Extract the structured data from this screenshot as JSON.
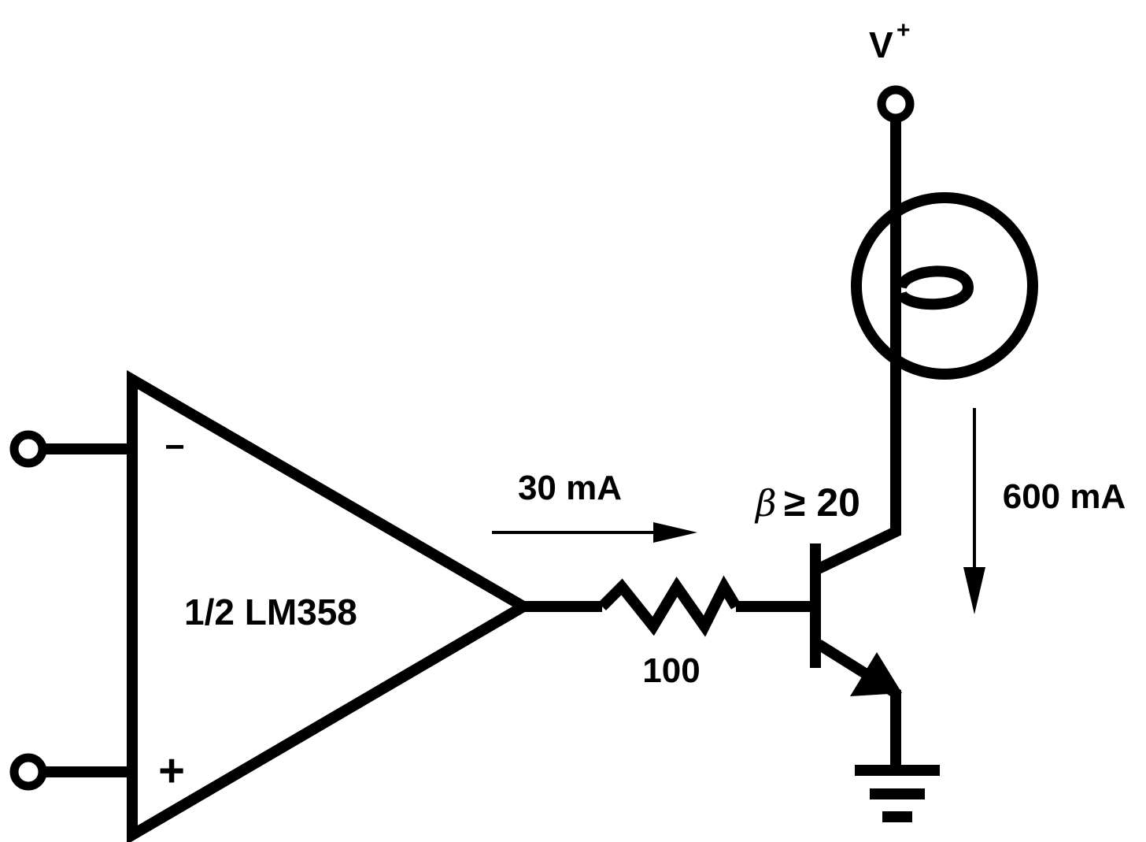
{
  "labels": {
    "supply": "V",
    "supply_sup": "+",
    "opamp": "1/2 LM358",
    "inverting": "−",
    "noninverting": "+",
    "base_current": "30 mA",
    "collector_current": "600 mA",
    "resistor": "100",
    "beta_symbol": "β",
    "beta_condition": "≥ 20"
  },
  "colors": {
    "ink": "#000000",
    "background": "#ffffff"
  }
}
